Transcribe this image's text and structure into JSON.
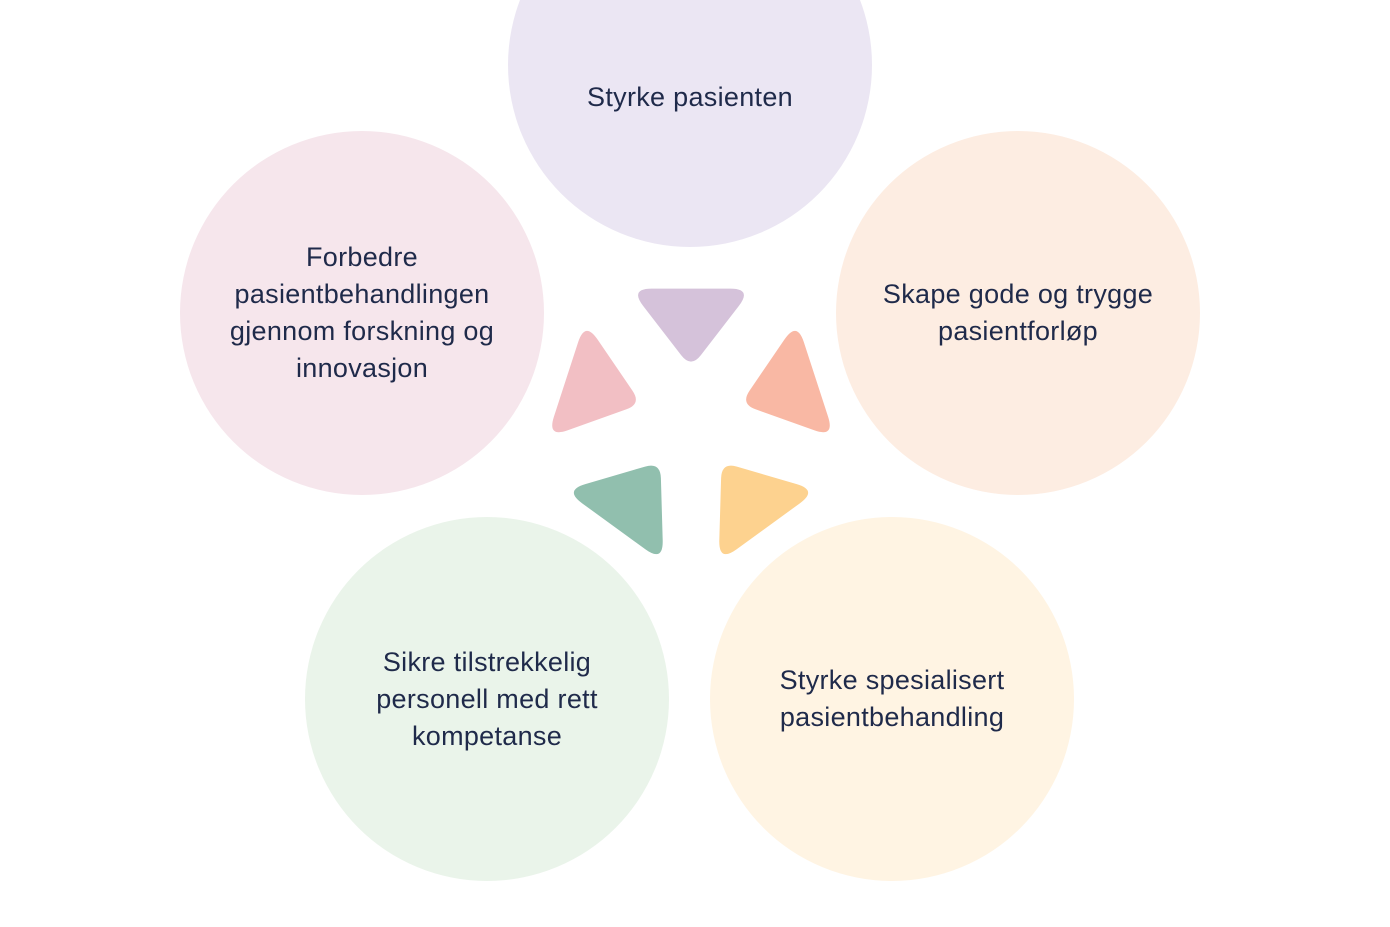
{
  "diagram": {
    "center_segments": [
      {
        "name": "purple",
        "color": "#d5c2da"
      },
      {
        "name": "salmon",
        "color": "#f9b8a4"
      },
      {
        "name": "yellow",
        "color": "#fdd28f"
      },
      {
        "name": "green",
        "color": "#91bfae"
      },
      {
        "name": "pink",
        "color": "#f2bfc4"
      }
    ],
    "circles": {
      "top": {
        "label": "Styrke pasienten",
        "color": "#ebe6f3"
      },
      "right": {
        "label": "Skape gode og trygge pasientforløp",
        "color": "#fdede2"
      },
      "bottom_right": {
        "label": "Styrke spesialisert pasientbehandling",
        "color": "#fff4e3"
      },
      "bottom_left": {
        "label": "Sikre tilstrekkelig personell med rett kompetanse",
        "color": "#eaf4ea"
      },
      "left": {
        "label": "Forbedre pasientbehandlingen gjennom forskning og innovasjon",
        "color": "#f6e6ec"
      }
    }
  }
}
